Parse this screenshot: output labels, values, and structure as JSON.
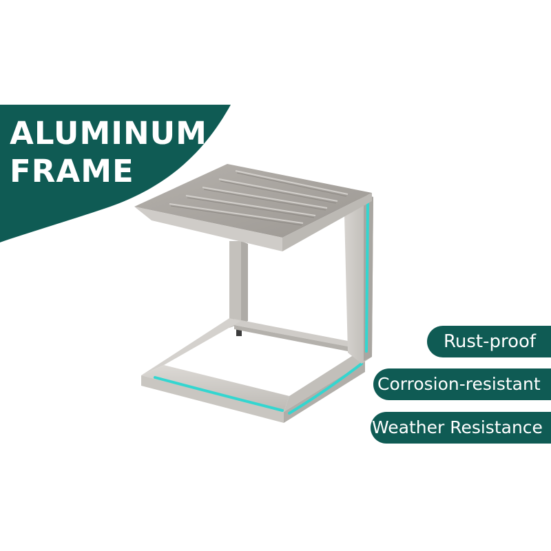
{
  "banner": {
    "title_line1": "ALUMINUM",
    "title_line2": "FRAME",
    "color": "#0f5b54"
  },
  "product": {
    "kind": "c-shaped aluminum side table",
    "frame_color": "#c9c6c1",
    "top_color": "#a8a49f",
    "highlight_color": "#33d6d0"
  },
  "features": [
    {
      "label": "Rust-proof"
    },
    {
      "label": "Corrosion-resistant"
    },
    {
      "label": "Weather Resistance"
    }
  ]
}
